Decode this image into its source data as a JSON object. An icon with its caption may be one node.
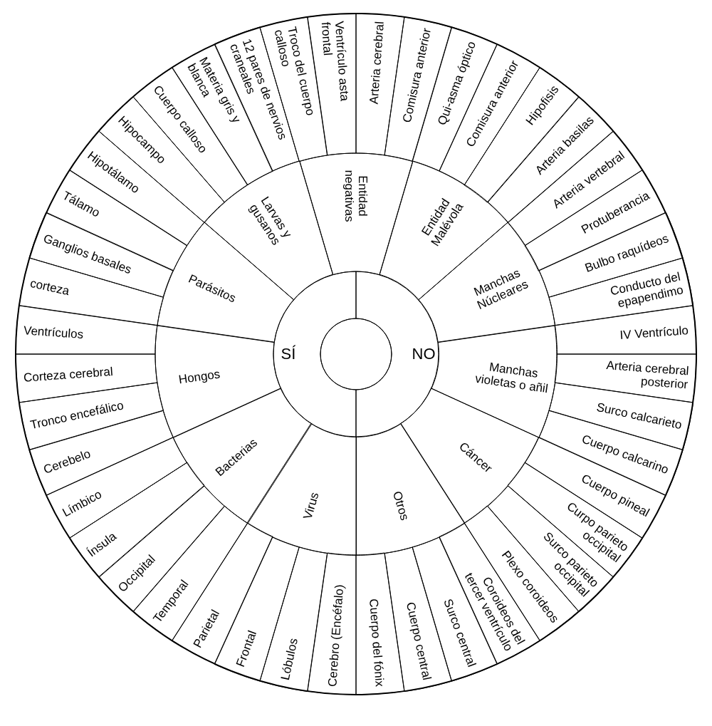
{
  "diagram": {
    "nodes": [
      {
        "text": [],
        "shape": "circle"
      },
      {
        "text": [
          "SÍ"
        ]
      },
      {
        "text": [
          "NO"
        ]
      },
      {
        "text": [
          "Entidad negativas"
        ]
      },
      {
        "text": [
          "Entidad Malévola"
        ]
      },
      {
        "text": [
          "Manchas Núcleares"
        ]
      },
      {
        "text": [
          "Manchas violetas o añil"
        ]
      },
      {
        "text": [
          "Cáncer"
        ]
      },
      {
        "text": [
          "Otros"
        ]
      },
      {
        "text": [
          "Virus"
        ]
      },
      {
        "text": [
          "Bacterias"
        ]
      },
      {
        "text": [
          "Hongos"
        ]
      },
      {
        "text": [
          "Parásitos"
        ]
      },
      {
        "text": [
          "Larvas y gusanos"
        ]
      },
      {
        "text": [
          "Arteria cerebral"
        ]
      },
      {
        "text": [
          "Comisura anterior"
        ]
      },
      {
        "text": [
          "Qui-asma óptico"
        ]
      },
      {
        "text": [
          "Comisura anterior"
        ]
      },
      {
        "text": [
          "Hipofisis"
        ]
      },
      {
        "text": [
          "Arteria basilas"
        ]
      },
      {
        "text": [
          "Arteria vertebral"
        ]
      },
      {
        "text": [
          "Protuberancia"
        ]
      },
      {
        "text": [
          "Bulbo raquídeos"
        ]
      },
      {
        "text": [
          "Conducto del epapendimo"
        ]
      },
      {
        "text": [
          "IV Ventrículo"
        ]
      },
      {
        "text": [
          "Arteria cerebral posterior"
        ]
      },
      {
        "text": [
          "Surco calcarieto"
        ]
      },
      {
        "text": [
          "Cuerpo calcarino"
        ]
      },
      {
        "text": [
          "Cuerpo pineal"
        ]
      },
      {
        "text": [
          "Curpo parieto occipital"
        ]
      },
      {
        "text": [
          "Surco parieto occipital"
        ]
      },
      {
        "text": [
          "Plexo coroideos"
        ]
      },
      {
        "text": [
          "Coroideos del tercer ventrículo"
        ]
      },
      {
        "text": [
          "Surco central"
        ]
      },
      {
        "text": [
          "Cuerpo central"
        ]
      },
      {
        "text": [
          "Cuerpo del fónix"
        ]
      },
      {
        "text": [
          "Cerebro (Encéfalo)"
        ]
      },
      {
        "text": [
          "Lóbulos"
        ]
      },
      {
        "text": [
          "Frontal"
        ]
      },
      {
        "text": [
          "Parietal"
        ]
      },
      {
        "text": [
          "Temporal"
        ]
      },
      {
        "text": [
          "Occipital"
        ]
      },
      {
        "text": [
          "Ínsula"
        ]
      },
      {
        "text": [
          "Límbico"
        ]
      },
      {
        "text": [
          "Cerebelo"
        ]
      },
      {
        "text": [
          "Tronco encefálico"
        ]
      },
      {
        "text": [
          "Corteza cerebral"
        ]
      },
      {
        "text": [
          "Ventrículos"
        ]
      },
      {
        "text": [
          "corteza"
        ]
      },
      {
        "text": [
          "Ganglios basales"
        ]
      },
      {
        "text": [
          "Tálamo"
        ]
      },
      {
        "text": [
          "Hipotálamo"
        ]
      },
      {
        "text": [
          "Hipocampo"
        ]
      },
      {
        "text": [
          "Cuerpo calloso"
        ]
      },
      {
        "text": [
          "Materia gris y blanca"
        ]
      },
      {
        "text": [
          "12 pares de nervios craneales"
        ]
      },
      {
        "text": [
          "Troco del cuerpo calloso"
        ]
      },
      {
        "text": [
          "Ventrículo asta frontal"
        ]
      }
    ]
  }
}
